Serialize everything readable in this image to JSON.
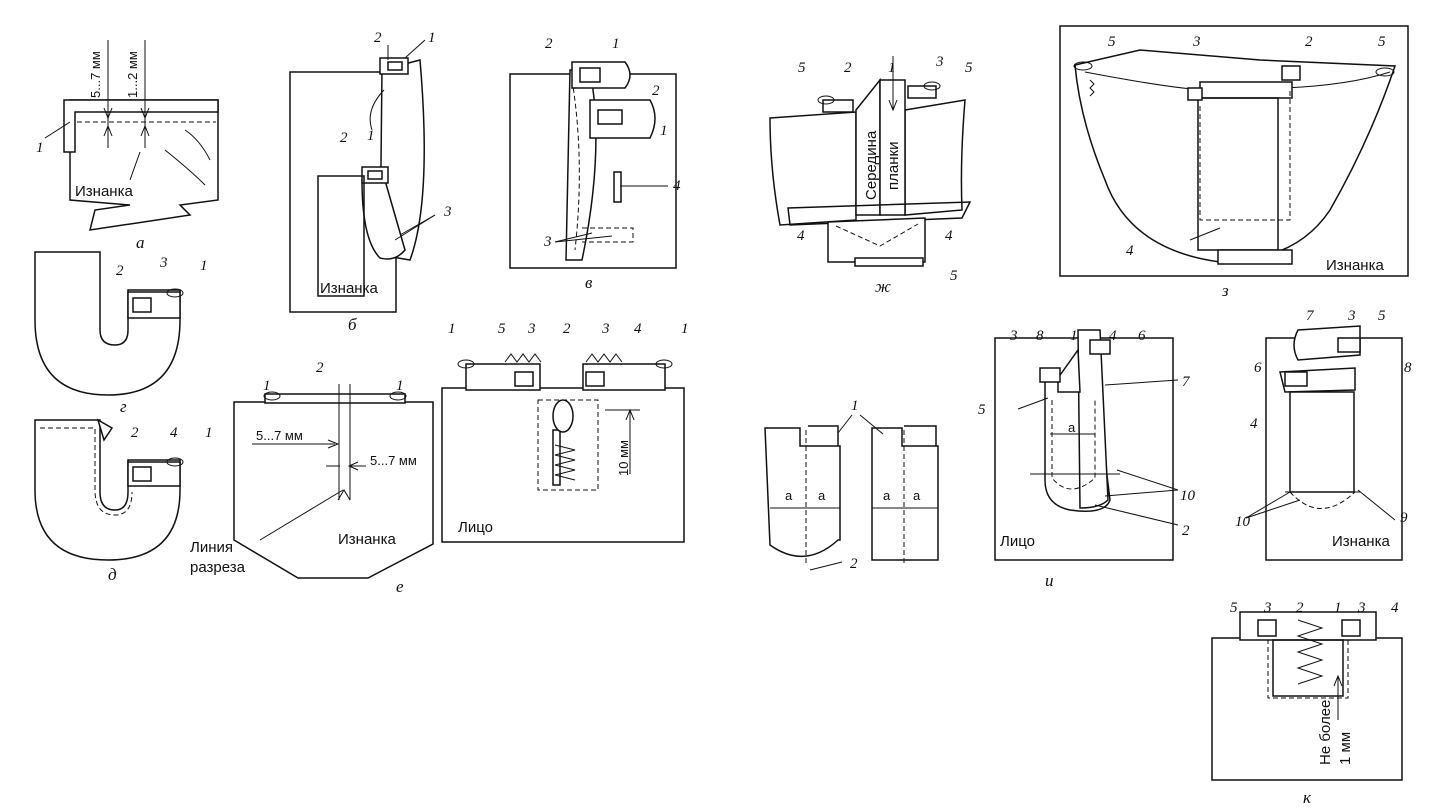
{
  "captions": {
    "a": "а",
    "b": "б",
    "v": "в",
    "g": "г",
    "d": "д",
    "e": "е",
    "zh": "ж",
    "z": "з",
    "i": "и",
    "k": "к"
  },
  "labels": {
    "iznanka": "Изнанка",
    "litso": "Лицо",
    "liniya": "Линия",
    "razreza": "разреза",
    "seredina": "Середина",
    "planki": "планки",
    "ne_bolee": "Не более",
    "one_mm": "1 мм"
  },
  "dims": {
    "d_5_7": "5...7 мм",
    "d_1_2": "1...2 мм",
    "d_10": "10 мм",
    "a": "а"
  },
  "numbers": [
    "1",
    "2",
    "3",
    "4",
    "5",
    "6",
    "7",
    "8",
    "9",
    "10"
  ],
  "colors": {
    "line": "#111111",
    "background": "#ffffff",
    "hatch": "#111111"
  }
}
